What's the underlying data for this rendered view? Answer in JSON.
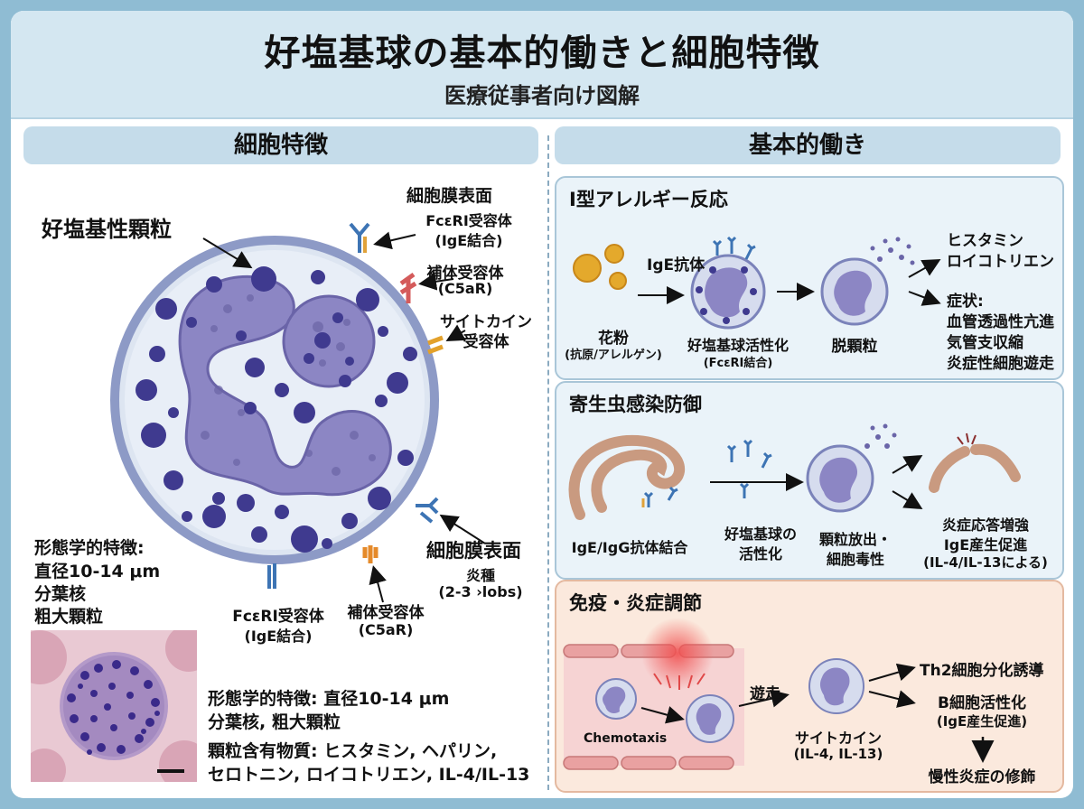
{
  "header": {
    "title": "好塩基球の基本的働きと細胞特徴",
    "subtitle": "医療従事者向け図解"
  },
  "left": {
    "heading": "細胞特徴",
    "granule_label": "好塩基性顆粒",
    "membrane_top": "細胞膜表面",
    "fceri_top": "FcεRI受容体",
    "fceri_top_sub": "(IgE結合)",
    "complement_top": "補体受容体",
    "complement_top_sub": "(C5aR)",
    "cytokine_receptor": "サイトカイン",
    "cytokine_receptor_sub": "受容体",
    "membrane_bottom": "細胞膜表面",
    "membrane_bottom_sub1": "炎種",
    "membrane_bottom_sub2": "(2-3 ›lobs)",
    "fceri_bottom": "FcεRI受容体",
    "fceri_bottom_sub": "(IgE結合)",
    "complement_bottom": "補体受容体",
    "complement_bottom_sub": "(C5aR)",
    "morph_title": "形態学的特徴:",
    "morph_1": "直径10-14 μm",
    "morph_2": "分葉核",
    "morph_3": "粗大顆粒",
    "summary_1": "形態学的特徴: 直径10-14 μm",
    "summary_2": "分葉核, 粗大顆粒",
    "summary_3": "顆粒含有物質: ヒスタミン, ヘパリン,",
    "summary_4": "セロトニン, ロイコトリエン, IL-4/IL-13"
  },
  "right": {
    "heading": "基本的働き",
    "allergy": {
      "title": "I型アレルギー反応",
      "ige": "IgE抗体",
      "pollen": "花粉",
      "pollen_sub": "(抗原/アレルゲン)",
      "activation": "好塩基球活性化",
      "activation_sub": "(FcεRI結合)",
      "degranulation": "脱顆粒",
      "mediator_1": "ヒスタミン",
      "mediator_2": "ロイコトリエン",
      "symptom_title": "症状:",
      "symptom_1": "血管透過性亢進",
      "symptom_2": "気管支収縮",
      "symptom_3": "炎症性細胞遊走"
    },
    "parasite": {
      "title": "寄生虫感染防御",
      "antibody": "IgE/IgG抗体結合",
      "activation_1": "好塩基球の",
      "activation_2": "活性化",
      "release_1": "顆粒放出・",
      "release_2": "細胞毒性",
      "effect_1": "炎症応答増強",
      "effect_2": "IgE産生促進",
      "effect_3": "(IL-4/IL-13による)"
    },
    "immune": {
      "title": "免疫・炎症調節",
      "chemotaxis": "Chemotaxis",
      "migration": "遊走",
      "cytokine": "サイトカイン",
      "cytokine_sub": "(IL-4, IL-13)",
      "th2": "Th2細胞分化誘導",
      "bcell": "B細胞活性化",
      "bcell_sub": "(IgE産生促進)",
      "chronic": "慢性炎症の修飾"
    }
  },
  "colors": {
    "nucleus": "#8c86c4",
    "granule": "#3f3a8f",
    "panel_blue": "#eaf3f9",
    "panel_orange": "#fbe9dd"
  }
}
